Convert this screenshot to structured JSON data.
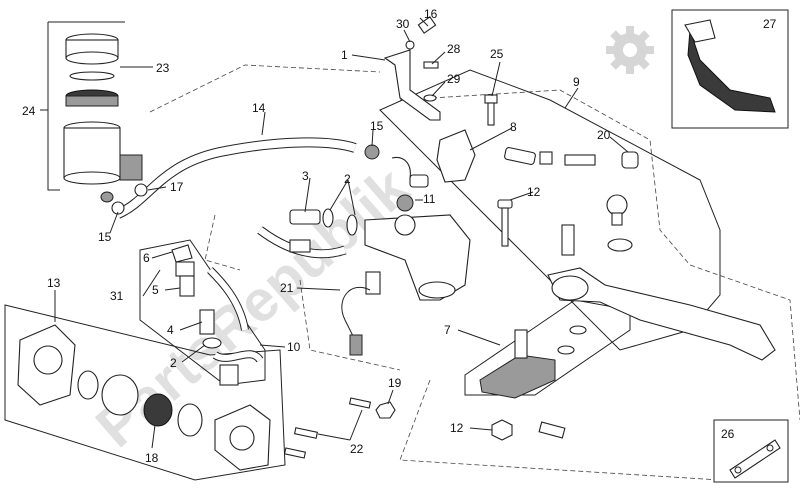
{
  "watermark": {
    "text": "PartsRepublik"
  },
  "labels": [
    {
      "id": "1",
      "text": "1"
    },
    {
      "id": "2a",
      "text": "2"
    },
    {
      "id": "2b",
      "text": "2"
    },
    {
      "id": "3",
      "text": "3"
    },
    {
      "id": "4",
      "text": "4"
    },
    {
      "id": "5",
      "text": "5"
    },
    {
      "id": "6",
      "text": "6"
    },
    {
      "id": "7",
      "text": "7"
    },
    {
      "id": "8",
      "text": "8"
    },
    {
      "id": "9",
      "text": "9"
    },
    {
      "id": "10",
      "text": "10"
    },
    {
      "id": "11",
      "text": "11"
    },
    {
      "id": "12a",
      "text": "12"
    },
    {
      "id": "12b",
      "text": "12"
    },
    {
      "id": "13",
      "text": "13"
    },
    {
      "id": "14",
      "text": "14"
    },
    {
      "id": "15a",
      "text": "15"
    },
    {
      "id": "15b",
      "text": "15"
    },
    {
      "id": "16",
      "text": "16"
    },
    {
      "id": "17",
      "text": "17"
    },
    {
      "id": "18",
      "text": "18"
    },
    {
      "id": "19",
      "text": "19"
    },
    {
      "id": "20",
      "text": "20"
    },
    {
      "id": "21",
      "text": "21"
    },
    {
      "id": "22",
      "text": "22"
    },
    {
      "id": "23",
      "text": "23"
    },
    {
      "id": "24",
      "text": "24"
    },
    {
      "id": "25",
      "text": "25"
    },
    {
      "id": "26",
      "text": "26"
    },
    {
      "id": "27",
      "text": "27"
    },
    {
      "id": "28",
      "text": "28"
    },
    {
      "id": "29",
      "text": "29"
    },
    {
      "id": "30",
      "text": "30"
    },
    {
      "id": "31",
      "text": "31"
    }
  ],
  "colors": {
    "line": "#222222",
    "watermark": "#d6d6d6",
    "shade": "#9a9a9a"
  }
}
